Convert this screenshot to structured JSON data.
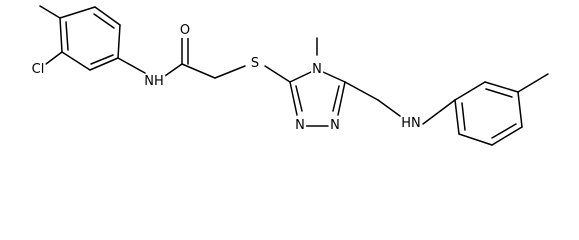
{
  "structure": {
    "atom_labels": {
      "cl": "Cl",
      "nh_amide": "NH",
      "o": "O",
      "s": "S",
      "n_ring_methyl": "N",
      "n_ring_a": "N",
      "n_ring_b": "N",
      "hn_amine": "HN"
    }
  }
}
